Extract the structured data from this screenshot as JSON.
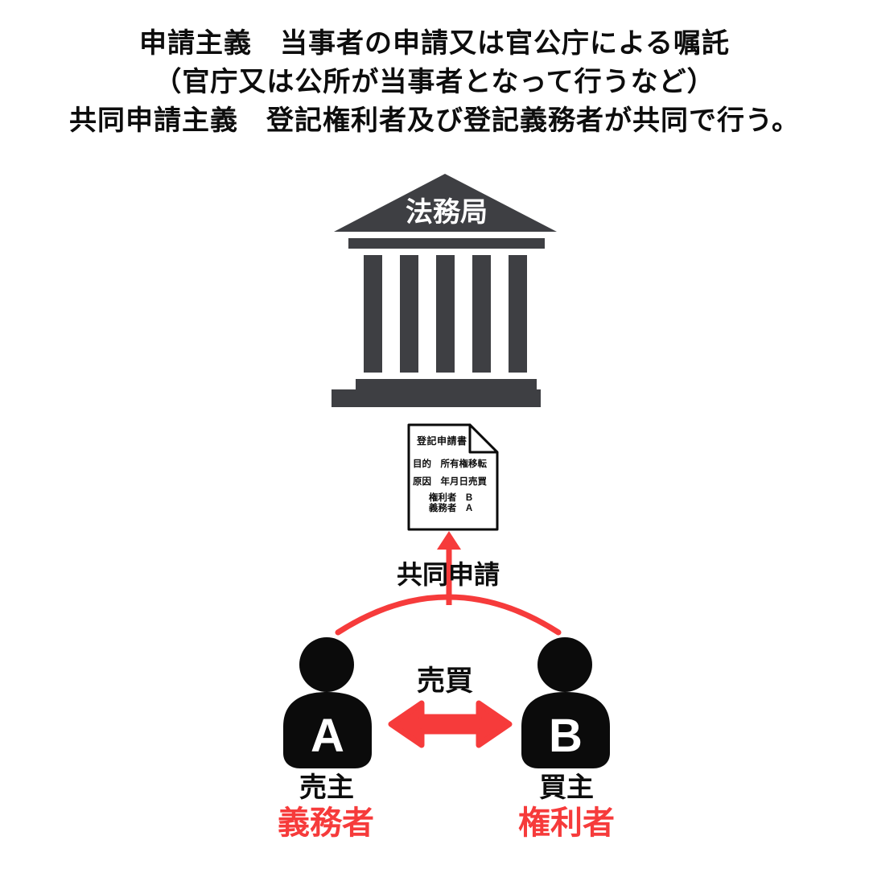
{
  "title": {
    "line1": "申請主義　当事者の申請又は官公庁による嘱託",
    "line2": "（官庁又は公所が当事者となって行うなど）",
    "line3": "共同申請主義　登記権利者及び登記義務者が共同で行う。"
  },
  "building": {
    "label": "法務局"
  },
  "document": {
    "title": "登記申請書",
    "line1": "目的　所有権移転",
    "line2": "原因　年月日売買",
    "line3": "権利者　B",
    "line4": "義務者　A"
  },
  "arrows": {
    "joint_application_label": "共同申請",
    "sale_label": "売買"
  },
  "persons": {
    "a": {
      "initial": "A",
      "role": "売主",
      "status": "義務者"
    },
    "b": {
      "initial": "B",
      "role": "買主",
      "status": "権利者"
    }
  },
  "colors": {
    "red": "#f63b3b",
    "building_gray": "#3e3f43",
    "icon_black": "#0b0b0b",
    "text_black": "#0d0d0d"
  }
}
